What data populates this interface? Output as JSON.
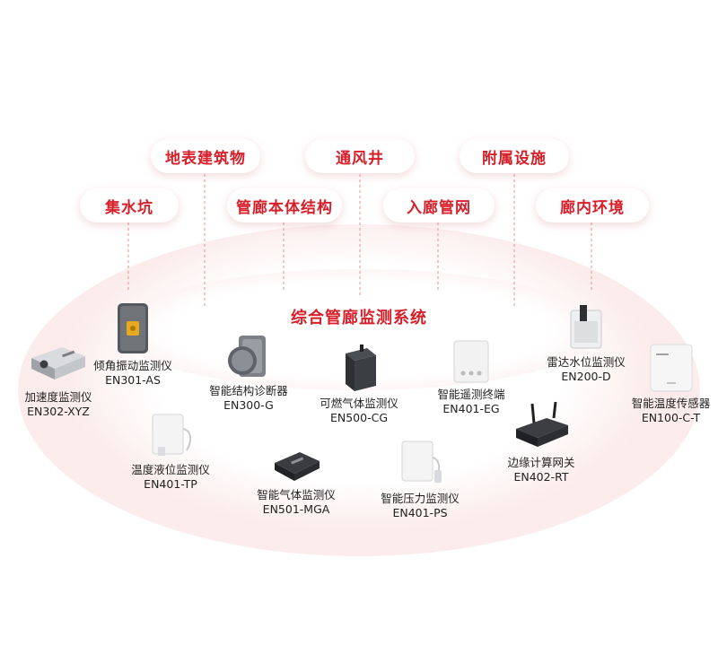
{
  "categories": [
    {
      "id": "surface-building",
      "label": "地表建筑物"
    },
    {
      "id": "ventilation-shaft",
      "label": "通风井"
    },
    {
      "id": "ancillary-facilities",
      "label": "附属设施"
    },
    {
      "id": "sump-pit",
      "label": "集水坑"
    },
    {
      "id": "tunnel-structure",
      "label": "管廊本体结构"
    },
    {
      "id": "pipe-entry",
      "label": "入廊管网"
    },
    {
      "id": "tunnel-environment",
      "label": "廊内环境"
    }
  ],
  "system_title": "综合管廊监测系统",
  "devices": [
    {
      "id": "accelerometer",
      "name": "加速度监测仪",
      "model": "EN302-XYZ",
      "icon": "sensor-box-icon"
    },
    {
      "id": "tilt",
      "name": "倾角振动监测仪",
      "model": "EN301-AS",
      "icon": "tilt-sensor-icon"
    },
    {
      "id": "structure",
      "name": "智能结构诊断器",
      "model": "EN300-G",
      "icon": "structure-diagnoser-icon"
    },
    {
      "id": "combustible",
      "name": "可燃气体监测仪",
      "model": "EN500-CG",
      "icon": "gas-detector-icon"
    },
    {
      "id": "remote",
      "name": "智能遥测终端",
      "model": "EN401-EG",
      "icon": "telemetry-terminal-icon"
    },
    {
      "id": "water-level",
      "name": "雷达水位监测仪",
      "model": "EN200-D",
      "icon": "radar-level-icon"
    },
    {
      "id": "temperature",
      "name": "智能温度传感器",
      "model": "EN100-C-T",
      "icon": "temperature-sensor-icon"
    },
    {
      "id": "temp-liquid",
      "name": "温度液位监测仪",
      "model": "EN401-TP",
      "icon": "liquid-level-icon"
    },
    {
      "id": "smart-gas",
      "name": "智能气体监测仪",
      "model": "EN501-MGA",
      "icon": "smart-gas-icon"
    },
    {
      "id": "pressure",
      "name": "智能压力监测仪",
      "model": "EN401-PS",
      "icon": "pressure-sensor-icon"
    },
    {
      "id": "edge-gateway",
      "name": "边缘计算网关",
      "model": "EN402-RT",
      "icon": "gateway-router-icon"
    }
  ]
}
